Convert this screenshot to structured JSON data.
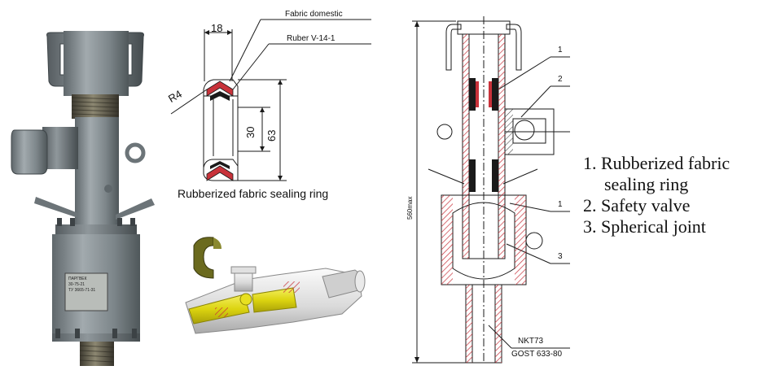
{
  "ring_drawing": {
    "dim_width": "18",
    "material_1": "Fabric domestic",
    "material_2": "Ruber V-14-1",
    "radius": "R4",
    "dim_inner": "30",
    "dim_outer": "63",
    "caption": "Rubberized fabric sealing ring"
  },
  "photo": {
    "plate_lines": [
      "ПАРГВЕК",
      "30-75-21",
      "ТУ 3665-71-31"
    ]
  },
  "section_drawing": {
    "callouts": [
      "1",
      "2",
      "1",
      "3"
    ],
    "height_dim": "560max",
    "pipe_label_1": "NKT73",
    "pipe_label_2": "GOST 633-80"
  },
  "legend": {
    "item_1a": "1. Rubberized fabric",
    "item_1b": "sealing ring",
    "item_2": "2. Safety valve",
    "item_3": "3. Spherical joint"
  },
  "colors": {
    "body_gray": "#8a9499",
    "cutaway_yellow": "#e8e020",
    "seal_olive": "#6b6a1e",
    "hatch": "#c8323a",
    "line": "#1a1a1a"
  }
}
